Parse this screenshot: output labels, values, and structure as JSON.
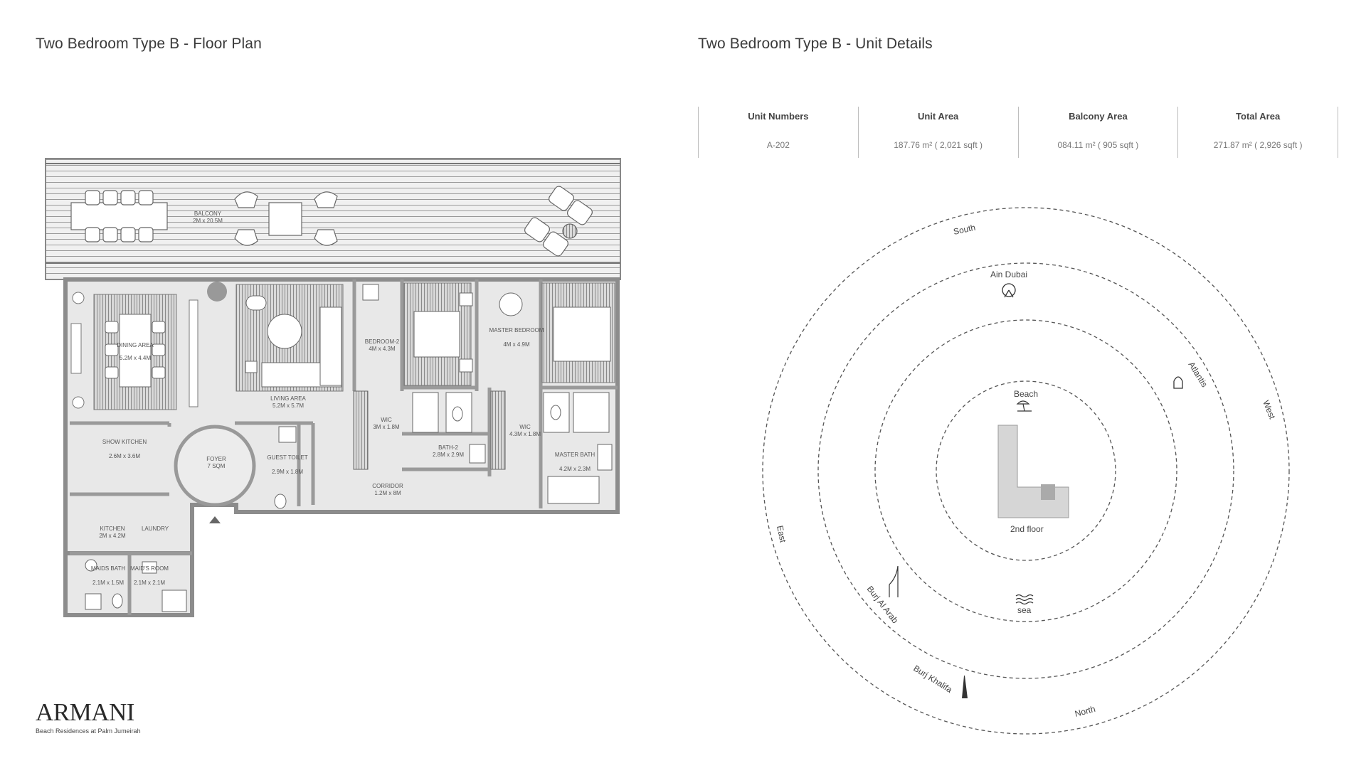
{
  "floor_plan": {
    "title": "Two Bedroom Type B - Floor Plan",
    "rooms": [
      {
        "name": "BALCONY",
        "dims": "2M x 20.5M"
      },
      {
        "name": "DINING AREA",
        "dims": "5.2M x 4.4M"
      },
      {
        "name": "LIVING AREA",
        "dims": "5.2M x 5.7M"
      },
      {
        "name": "BEDROOM-2",
        "dims": "4M x 4.3M"
      },
      {
        "name": "MASTER BEDROOM",
        "dims": "4M x 4.9M"
      },
      {
        "name": "WIC",
        "dims": "3M x 1.8M"
      },
      {
        "name": "WIC",
        "dims": "4.3M x 1.8M"
      },
      {
        "name": "BATH-2",
        "dims": "2.8M x 2.9M"
      },
      {
        "name": "MASTER BATH",
        "dims": "4.2M x 2.3M"
      },
      {
        "name": "SHOW KITCHEN",
        "dims": "2.6M x 3.6M"
      },
      {
        "name": "FOYER",
        "dims": "7 SQM"
      },
      {
        "name": "GUEST TOILET",
        "dims": "2.9M x 1.8M"
      },
      {
        "name": "CORRIDOR",
        "dims": "1.2M x 8M"
      },
      {
        "name": "KITCHEN",
        "dims": "2M x 4.2M"
      },
      {
        "name": "LAUNDRY",
        "dims": ""
      },
      {
        "name": "MAIDS BATH",
        "dims": "2.1M x 1.5M"
      },
      {
        "name": "MAID'S ROOM",
        "dims": "2.1M x 2.1M"
      }
    ]
  },
  "unit_details": {
    "title": "Two Bedroom Type B - Unit Details",
    "columns": [
      {
        "header": "Unit Numbers",
        "value": "A-202"
      },
      {
        "header": "Unit Area",
        "value": "187.76 m² ( 2,021 sqft )"
      },
      {
        "header": "Balcony Area",
        "value": "084.11 m² ( 905 sqft )"
      },
      {
        "header": "Total Area",
        "value": "271.87 m² ( 2,926 sqft )"
      }
    ]
  },
  "orientation": {
    "directions": [
      "South",
      "West",
      "North",
      "East"
    ],
    "landmarks": [
      "Ain Dubai",
      "Atlantis",
      "Beach",
      "sea",
      "Burj Al Arab",
      "Burj Khalifa"
    ],
    "floor_label": "2nd floor"
  },
  "brand": {
    "name": "ARMANI",
    "subtitle": "Beach Residences at Palm Jumeirah"
  },
  "colors": {
    "wall": "#9a9a9a",
    "floor": "#e6e6e6",
    "outline": "#555555"
  }
}
